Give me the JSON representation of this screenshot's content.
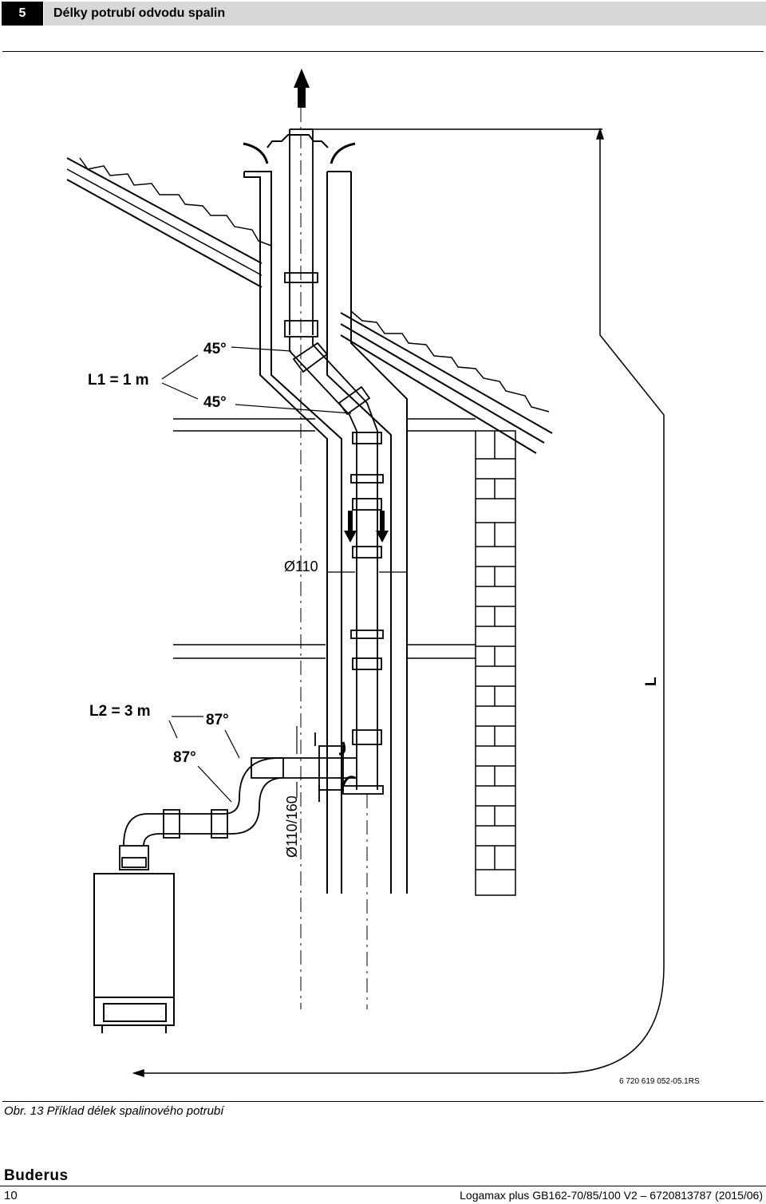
{
  "header": {
    "chapter_number": "5",
    "chapter_title": "Délky potrubí odvodu spalin"
  },
  "figure": {
    "labels": {
      "l1": "L1 = 1 m",
      "angle_45_top": "45°",
      "angle_45_bottom": "45°",
      "diameter_110": "Ø110",
      "l2": "L2 = 3 m",
      "angle_87_right": "87°",
      "angle_87_left": "87°",
      "diameter_110_160": "Ø110/160",
      "length_l": "L"
    },
    "figure_id": "6 720 619 052-05.1RS",
    "caption": "Obr. 13 Příklad délek spalinového potrubí"
  },
  "footer": {
    "brand": "Buderus",
    "page_number": "10",
    "document": "Logamax plus GB162-70/85/100 V2 – 6720813787 (2015/06)"
  }
}
